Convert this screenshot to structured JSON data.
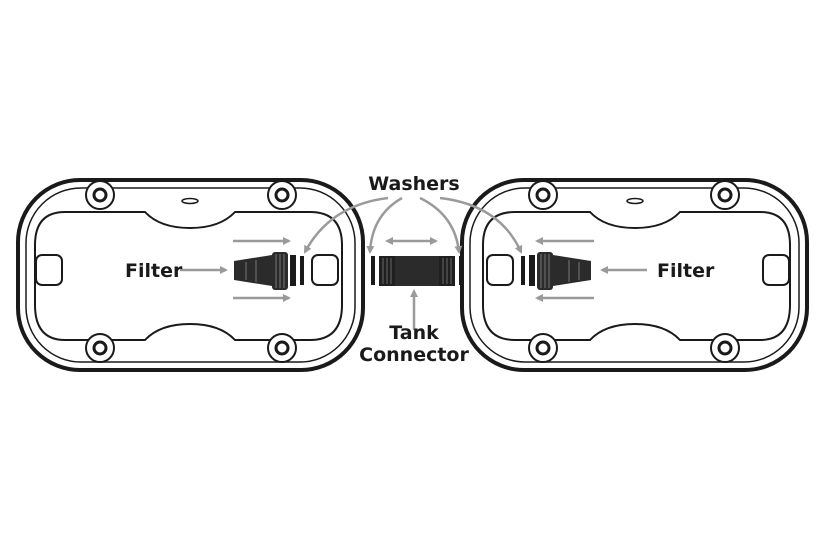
{
  "labels": {
    "washers": "Washers",
    "filter_left": "Filter",
    "filter_right": "Filter",
    "tank_line1": "Tank",
    "tank_line2": "Connector"
  },
  "colors": {
    "outline": "#1a1a1a",
    "arrow": "#9a9a9a",
    "part_dark": "#2b2b2b",
    "background": "#ffffff"
  },
  "icons": [
    "tank-housing",
    "filter-cartridge",
    "washer",
    "tank-connector",
    "arrow"
  ]
}
